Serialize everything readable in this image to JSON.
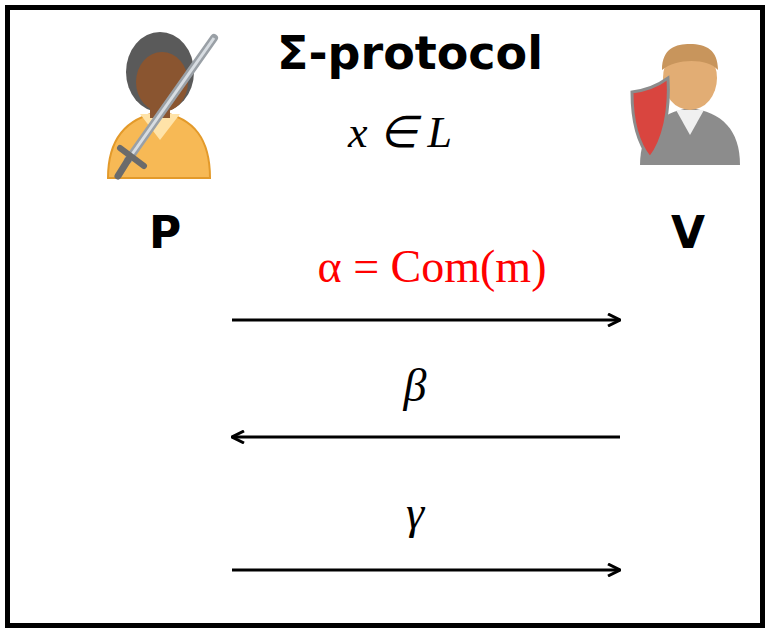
{
  "diagram": {
    "nodes": [
      {
        "text": [
          "Σ-protocol",
          "x ∈ L"
        ]
      }
    ],
    "labels": [
      "P",
      "V",
      "α = Com(m)",
      "β",
      "γ"
    ]
  }
}
